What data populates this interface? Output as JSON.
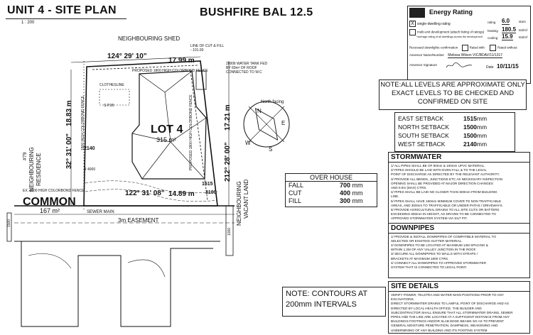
{
  "header": {
    "title": "UNIT 4 - SITE PLAN",
    "scale": "1 : 200",
    "bal": "BUSHFIRE BAL 12.5"
  },
  "plan": {
    "neighbouring_shed": "NEIGHBOURING SHED",
    "bearing_top": "124° 29' 10\"",
    "dim_top": "17.99 m",
    "line_of_cut": "LINE OF CUT & FILL - 101.00",
    "water_tank": "2000lt WATER TANK FED BY 60m² OF ROOF CONNECTED TO W.C",
    "proposed_fence_top": "PROPOSED 1800 HIGH COLORBOND FENCE",
    "clothesline": "CLOTHESLINE",
    "sp05": "S.P.05",
    "dim_left": "18.83 m",
    "bearing_left": "32° 31' 00\"",
    "fence_left": "1800 HIGH COLORBOND FENCE",
    "neighbour_left_1": "#79",
    "neighbour_left_2": "NEIGHBOURING",
    "neighbour_left_3": "RESIDENCE",
    "lot": "LOT 4",
    "lot_area": "315 m²",
    "dim_2140": "2140",
    "proposed_fence_right": "PROPOSED 1800 HIGH COLORBOND FENCE",
    "dim_right": "17.21 m",
    "bearing_right": "212° 28' 00\"",
    "neighbour_right_1": "NEIGHBOURING",
    "neighbour_right_2": "VACANT LAND",
    "fence_bottom": "EX. 1800 HIGH COLORBOND FENCE",
    "bearing_bottom": "122° 31' 08\"",
    "dim_bottom": "14.89 m",
    "dim_3100": "3100",
    "dim_1515": "1515",
    "common": "COMMON",
    "common_area": "167 m²",
    "sewer": "SEWER MAIN",
    "easement": "3m EASEMENT",
    "r4000": "R 4000",
    "d1500": "1500",
    "d1000": "1000"
  },
  "energy": {
    "title": "Energy Rating",
    "row1": "single-dwelling rating",
    "row2": "multi-unit development (attach listing of ratings)",
    "row2b": "*average rating of all dwellings across the development",
    "row3": "Recessed downlights confirmation",
    "rated_with": "Rated with",
    "rated_without": "Rated without",
    "heating_label": "heating",
    "cooling_label": "cooling",
    "rating_label": "rating",
    "rating": "6.0",
    "rating_unit": "stars",
    "heating": "180.5",
    "heating_unit": "MJ/m²",
    "cooling": "15.9",
    "cooling_unit": "MJ/m²",
    "assessor_name_label": "Assessor Name/Number",
    "assessor_name": "Melissa Wilson VIC/BDAV/11/1317",
    "assessor_sig_label": "Assessor Signature",
    "date_label": "Date",
    "date": "10/11/15",
    "x_mark": "X"
  },
  "levels_note": {
    "line1": "NOTE:ALL LEVELS ARE APPROXIMATE ONLY",
    "line2": "EXACT LEVELS TO BE CHECKED AND",
    "line3": "CONFIRMED ON SITE"
  },
  "setbacks": [
    {
      "label": "EAST SETBACK",
      "value": "1515",
      "unit": "mm"
    },
    {
      "label": "NORTH SETBACK",
      "value": "1500",
      "unit": "mm"
    },
    {
      "label": "SOUTH SETBACK",
      "value": "1500",
      "unit": "mm"
    },
    {
      "label": "WEST SETBACK",
      "value": "2140",
      "unit": "mm"
    }
  ],
  "overhouse": {
    "title": "OVER HOUSE",
    "rows": [
      {
        "label": "FALL",
        "value": "700",
        "unit": "mm"
      },
      {
        "label": "CUT",
        "value": "400",
        "unit": "mm"
      },
      {
        "label": "FILL",
        "value": "300",
        "unit": "mm"
      }
    ]
  },
  "stormwater": {
    "title": "STORMWATER",
    "notes": [
      "1/ ALL PIPES SHALL BE OF 90mm & 100mm UPVC MATERIAL.",
      "2/ PIPES SHOULD BE LAID WITH EVEN FALL & TO THE LEGAL",
      "   POINT OF DISCHARGE AS DIRECTED BY THE RELEVANT AUTHORITY.",
      "3/ PROVIDE ALL BENDS, JUNCTIONS ETC AS NECESSARY INSPECTION",
      "   OPENING SHALL BE PROVIDED AT MAJOR DIRECTION CHANGES",
      "   AND 9.0m (MAX) CTRS.",
      "4/ PIPES SHALL BE LAID NO CLOSER THAN 600mm FROM BUILDING",
      "   LINE.",
      "5/ PIPES SHALL HAVE 150mm MINIMUM COVER TO NON TRAFFICABLE",
      "   AREAS, AND 300mm TO TRAFFICABLE OR UNDER PATHS / DRIVEWAYS.",
      "6/ PROVIDE AGRICULTURAL DRAINS TO ALL SITE CUTS OR BATTERS",
      "   EXCEEDING 600mm IN HEIGHT, AG DRAINS TO BE CONNECTED TO",
      "   APPROVED STORMWATER SYSTEM VIA SILT PIT."
    ]
  },
  "downpipes": {
    "title": "DOWNPIPES",
    "notes": [
      "1/ PROVIDE & INSTALL DOWNPIPES OF COMPATIBLE MATERIAL TO",
      "   SELECTED OR EXISTING GUTTER MATERIAL.",
      "2/ DOWNPIPES TO BE LOCATED AT MAXIMUM 12M SPACING &",
      "   WITHIN 1.2M OF ANY VALLEY JUNCTION IN THE ROOF.",
      "3/ SECURE ALL DOWNPIPES TO WALLS WITH STRAPS /",
      "   BRACKETS AT MAXIMUM 1800 CTRS.",
      "4/ CONNECT ALL DOWNPIPES TO APPROVED STORMWATER",
      "   SYSTEM THAT IS CONNECTED TO LEGAL POINT."
    ]
  },
  "site_details": {
    "title": "SITE DETAILS",
    "notes": [
      "VERIFY POWER, TELSTRA AND WATER MAIN POSITIONS PRIOR TO ANY",
      "EXCAVATIONS.",
      "DIRECT STORMWATER DRAINS TO LAWFUL POINT OF DISCHARGE AND AS",
      "DIRECTED BY LOCAL HEALTH OFFICE. THE BUILDER AND",
      "SUBCONTRACTOR SHALL ENSURE THAT ALL STORMWATER DRAINS, SEWER",
      "PIPES AND THE LIKE ARE LOCATED AT A SUFFICIENT DISTANCE FROM ANY",
      "BUILDINGS FOOTINGS AND/OR SLAB EDGE BEAMS SO AS TO PREVENT",
      "GENERAL MOISTURE PENETRATION, DAMPNESS, WEAKENING AND",
      "UNDERMINING OF ANY BUILDING AND ITS FOOTING SYSTEM"
    ]
  },
  "contours": {
    "line1": "NOTE: CONTOURS AT",
    "line2": "200mm INTERVALS"
  },
  "compass": {
    "n": "N",
    "e": "E",
    "s": "S",
    "w": "W",
    "north_label": "North facing"
  }
}
